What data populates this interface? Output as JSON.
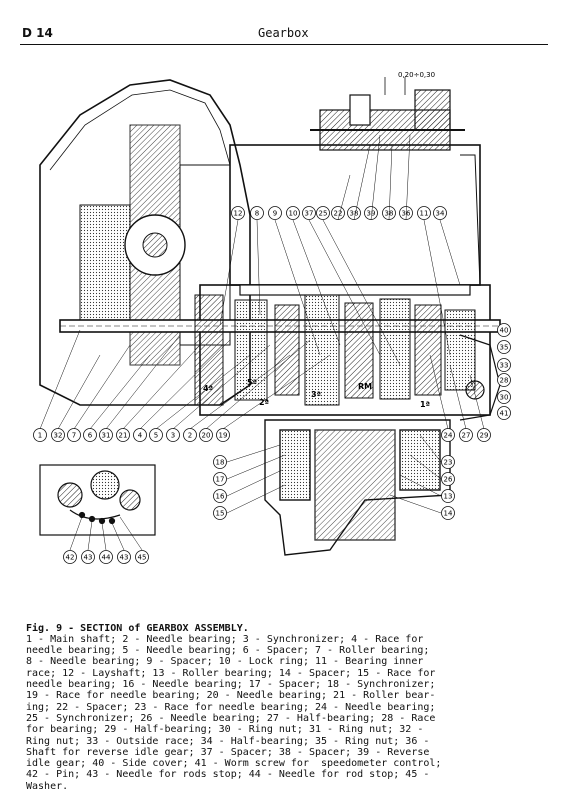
{
  "header": {
    "page_number": "D 14",
    "section_title": "Gearbox"
  },
  "figure": {
    "clearance_note": "0,20÷0,30",
    "top_callouts": [
      "12",
      "8",
      "9",
      "10",
      "37",
      "25",
      "22",
      "38",
      "39",
      "38",
      "36",
      "11",
      "34"
    ],
    "bottom_callouts": [
      "1",
      "32",
      "7",
      "6",
      "31",
      "21",
      "4",
      "5",
      "3",
      "2",
      "20",
      "19",
      "24",
      "27",
      "29"
    ],
    "right_callouts": [
      "40",
      "35",
      "28",
      "33",
      "30",
      "41"
    ],
    "left_callouts": [
      "18",
      "17",
      "16",
      "15"
    ],
    "lower_right_callouts": [
      "23",
      "26",
      "13",
      "14"
    ],
    "inset_callouts": [
      "42",
      "43",
      "44",
      "43",
      "45"
    ],
    "gear_marks": [
      "4ª",
      "5ª",
      "2ª",
      "3ª",
      "RM",
      "1ª"
    ]
  },
  "caption": {
    "title": "Fig. 9 - SECTION of GEARBOX ASSEMBLY.",
    "body": "1 - Main shaft; 2 - Needle bearing; 3 - Synchronizer; 4 - Race for\nneedle bearing; 5 - Needle bearing; 6 - Spacer; 7 - Roller bearing;\n8 - Needle bearing; 9 - Spacer; 10 - Lock ring; 11 - Bearing inner\nrace; 12 - Layshaft; 13 - Roller bearing; 14 - Spacer; 15 - Race for\nneedle bearing; 16 - Needle bearing; 17 - Spacer; 18 - Synchronizer;\n19 - Race for needle bearing; 20 - Needle bearing; 21 - Roller bear-\ning; 22 - Spacer; 23 - Race for needle bearing; 24 - Needle bearing;\n25 - Synchronizer; 26 - Needle bearing; 27 - Half-bearing; 28 - Race\nfor bearing; 29 - Half-bearing; 30 - Ring nut; 31 - Ring nut; 32 -\nRing nut; 33 - Outside race; 34 - Half-bearing; 35 - Ring nut; 36 -\nShaft for reverse idle gear; 37 - Spacer; 38 - Spacer; 39 - Reverse\nidle gear; 40 - Side cover; 41 - Worm screw for  speedometer control;\n42 - Pin; 43 - Needle for rods stop; 44 - Needle for rod stop; 45 -\nWasher."
  }
}
